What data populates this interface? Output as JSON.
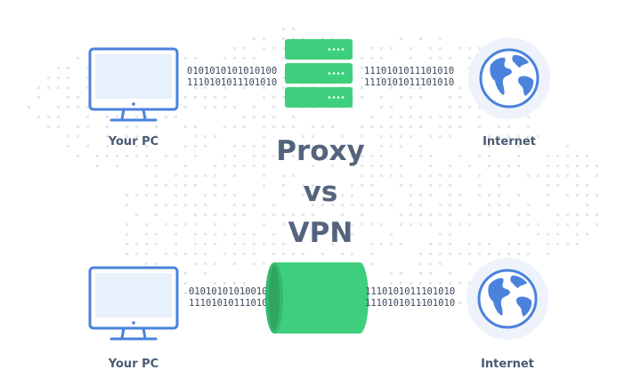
{
  "title": {
    "line1": "Proxy",
    "line2": "vs",
    "line3": "VPN"
  },
  "proxy_row": {
    "pc_label": "Your PC",
    "internet_label": "Internet",
    "binary_left": [
      "0101010101010100",
      "1110101011101010"
    ],
    "binary_right": [
      "1110101011101010",
      "1110101011101010"
    ]
  },
  "vpn_row": {
    "pc_label": "Your PC",
    "internet_label": "Internet",
    "binary_left": [
      "010101010100100",
      "111010101110101"
    ],
    "binary_right": [
      "1110101011101010",
      "1110101011101010"
    ]
  },
  "icons": {
    "pc": "desktop-monitor-icon",
    "server": "server-stack-icon",
    "tunnel": "vpn-tunnel-icon",
    "internet": "globe-icon"
  },
  "colors": {
    "accent_blue": "#4a82dc",
    "accent_green": "#3ecf7e",
    "text": "#55647d",
    "globe_bg": "#eef3fb",
    "map_dots": "#e3e8ee"
  }
}
